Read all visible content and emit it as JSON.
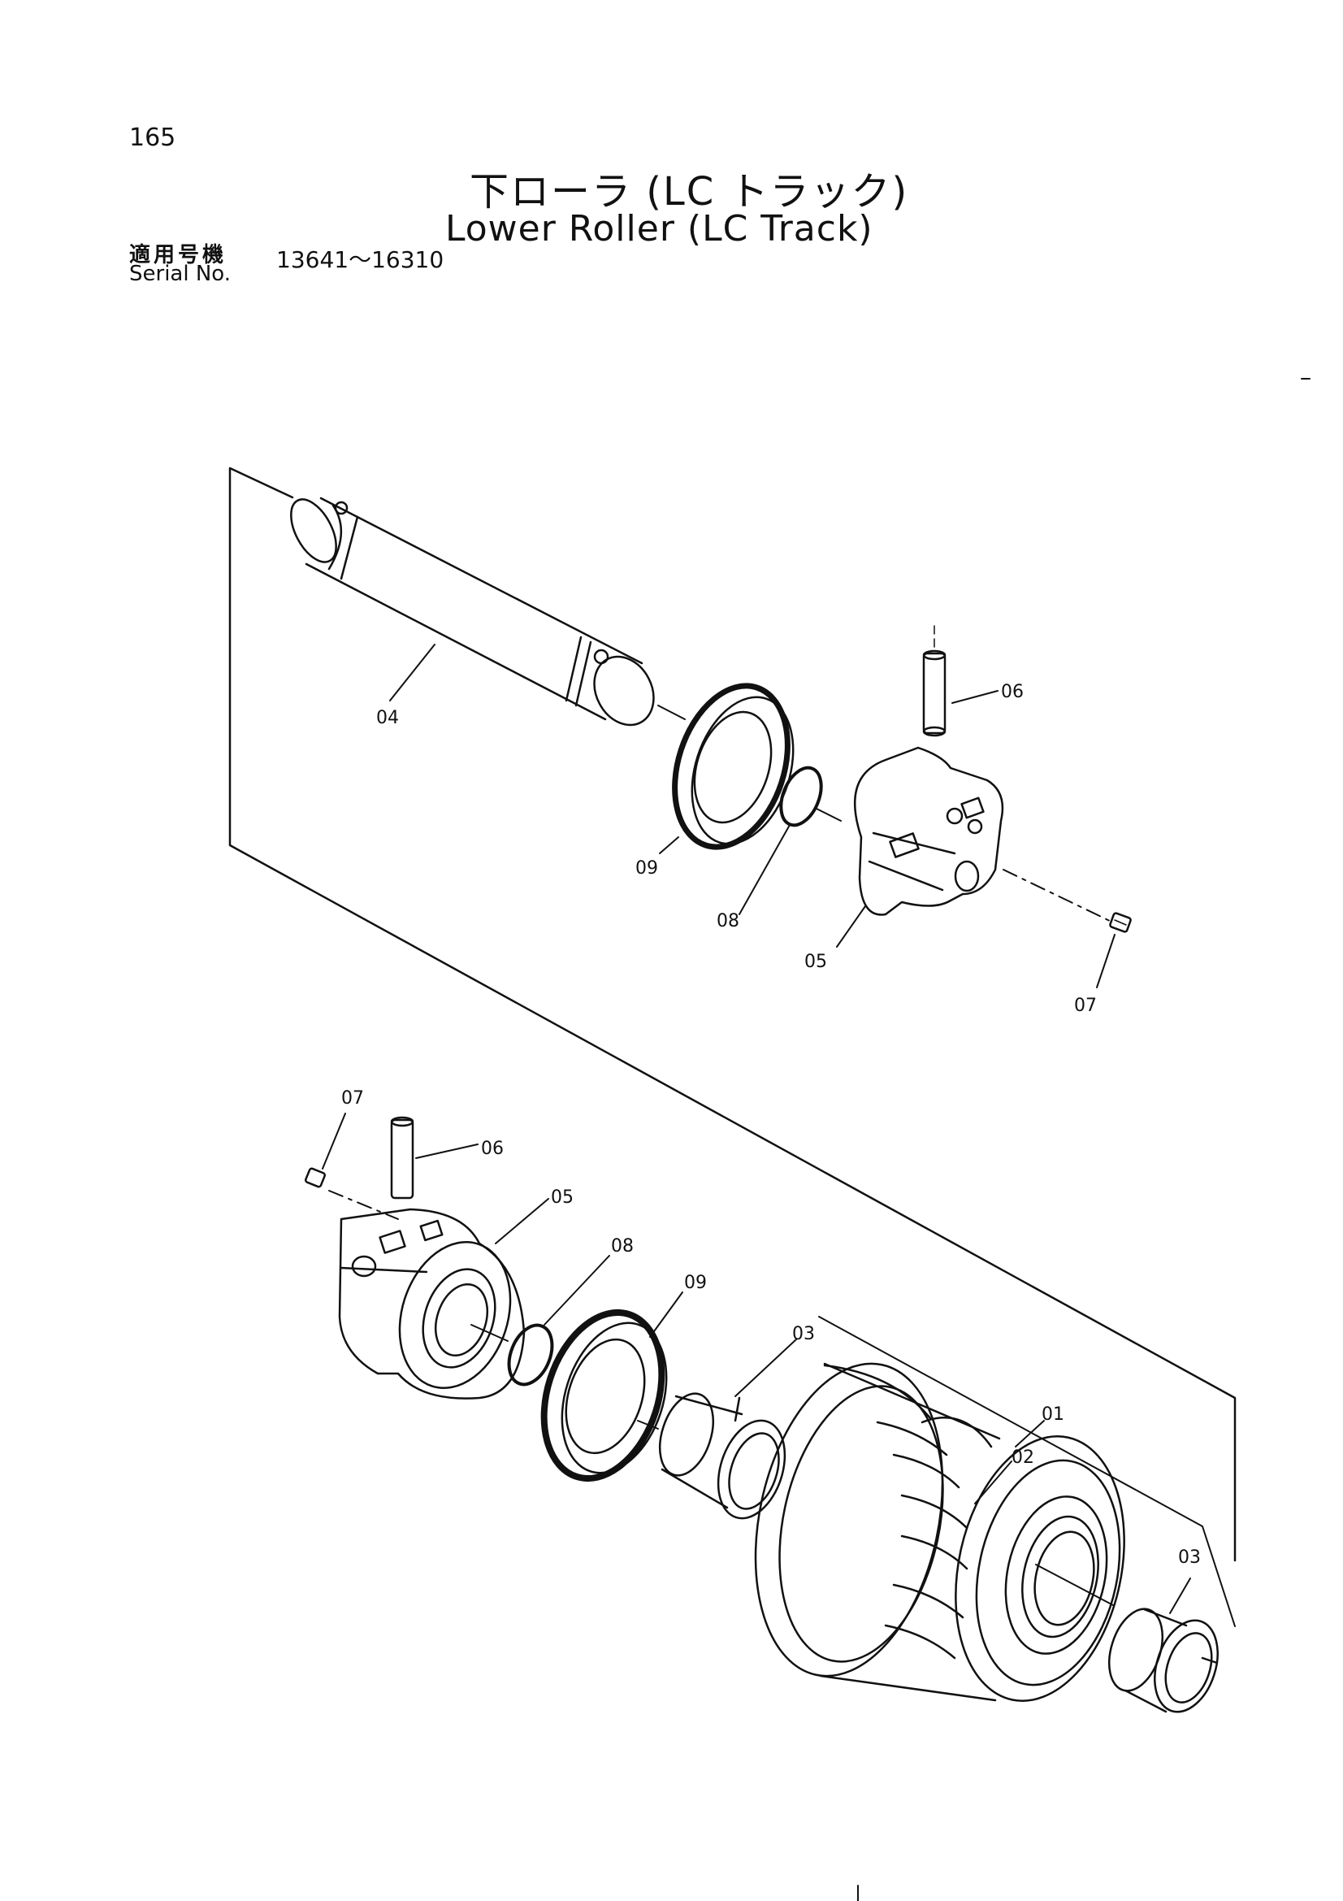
{
  "header": {
    "page_number": "165",
    "title_ja": "下ローラ (LC トラック)",
    "title_en": "Lower Roller (LC Track)",
    "serial_label_ja": "適用号機",
    "serial_label_en": "Serial No.",
    "serial_range": "13641～16310"
  },
  "callouts": {
    "c01": "01",
    "c02": "02",
    "c03a": "03",
    "c03b": "03",
    "c04": "04",
    "c05a": "05",
    "c05b": "05",
    "c06a": "06",
    "c06b": "06",
    "c07a": "07",
    "c07b": "07",
    "c08a": "08",
    "c08b": "08",
    "c09a": "09",
    "c09b": "09"
  }
}
